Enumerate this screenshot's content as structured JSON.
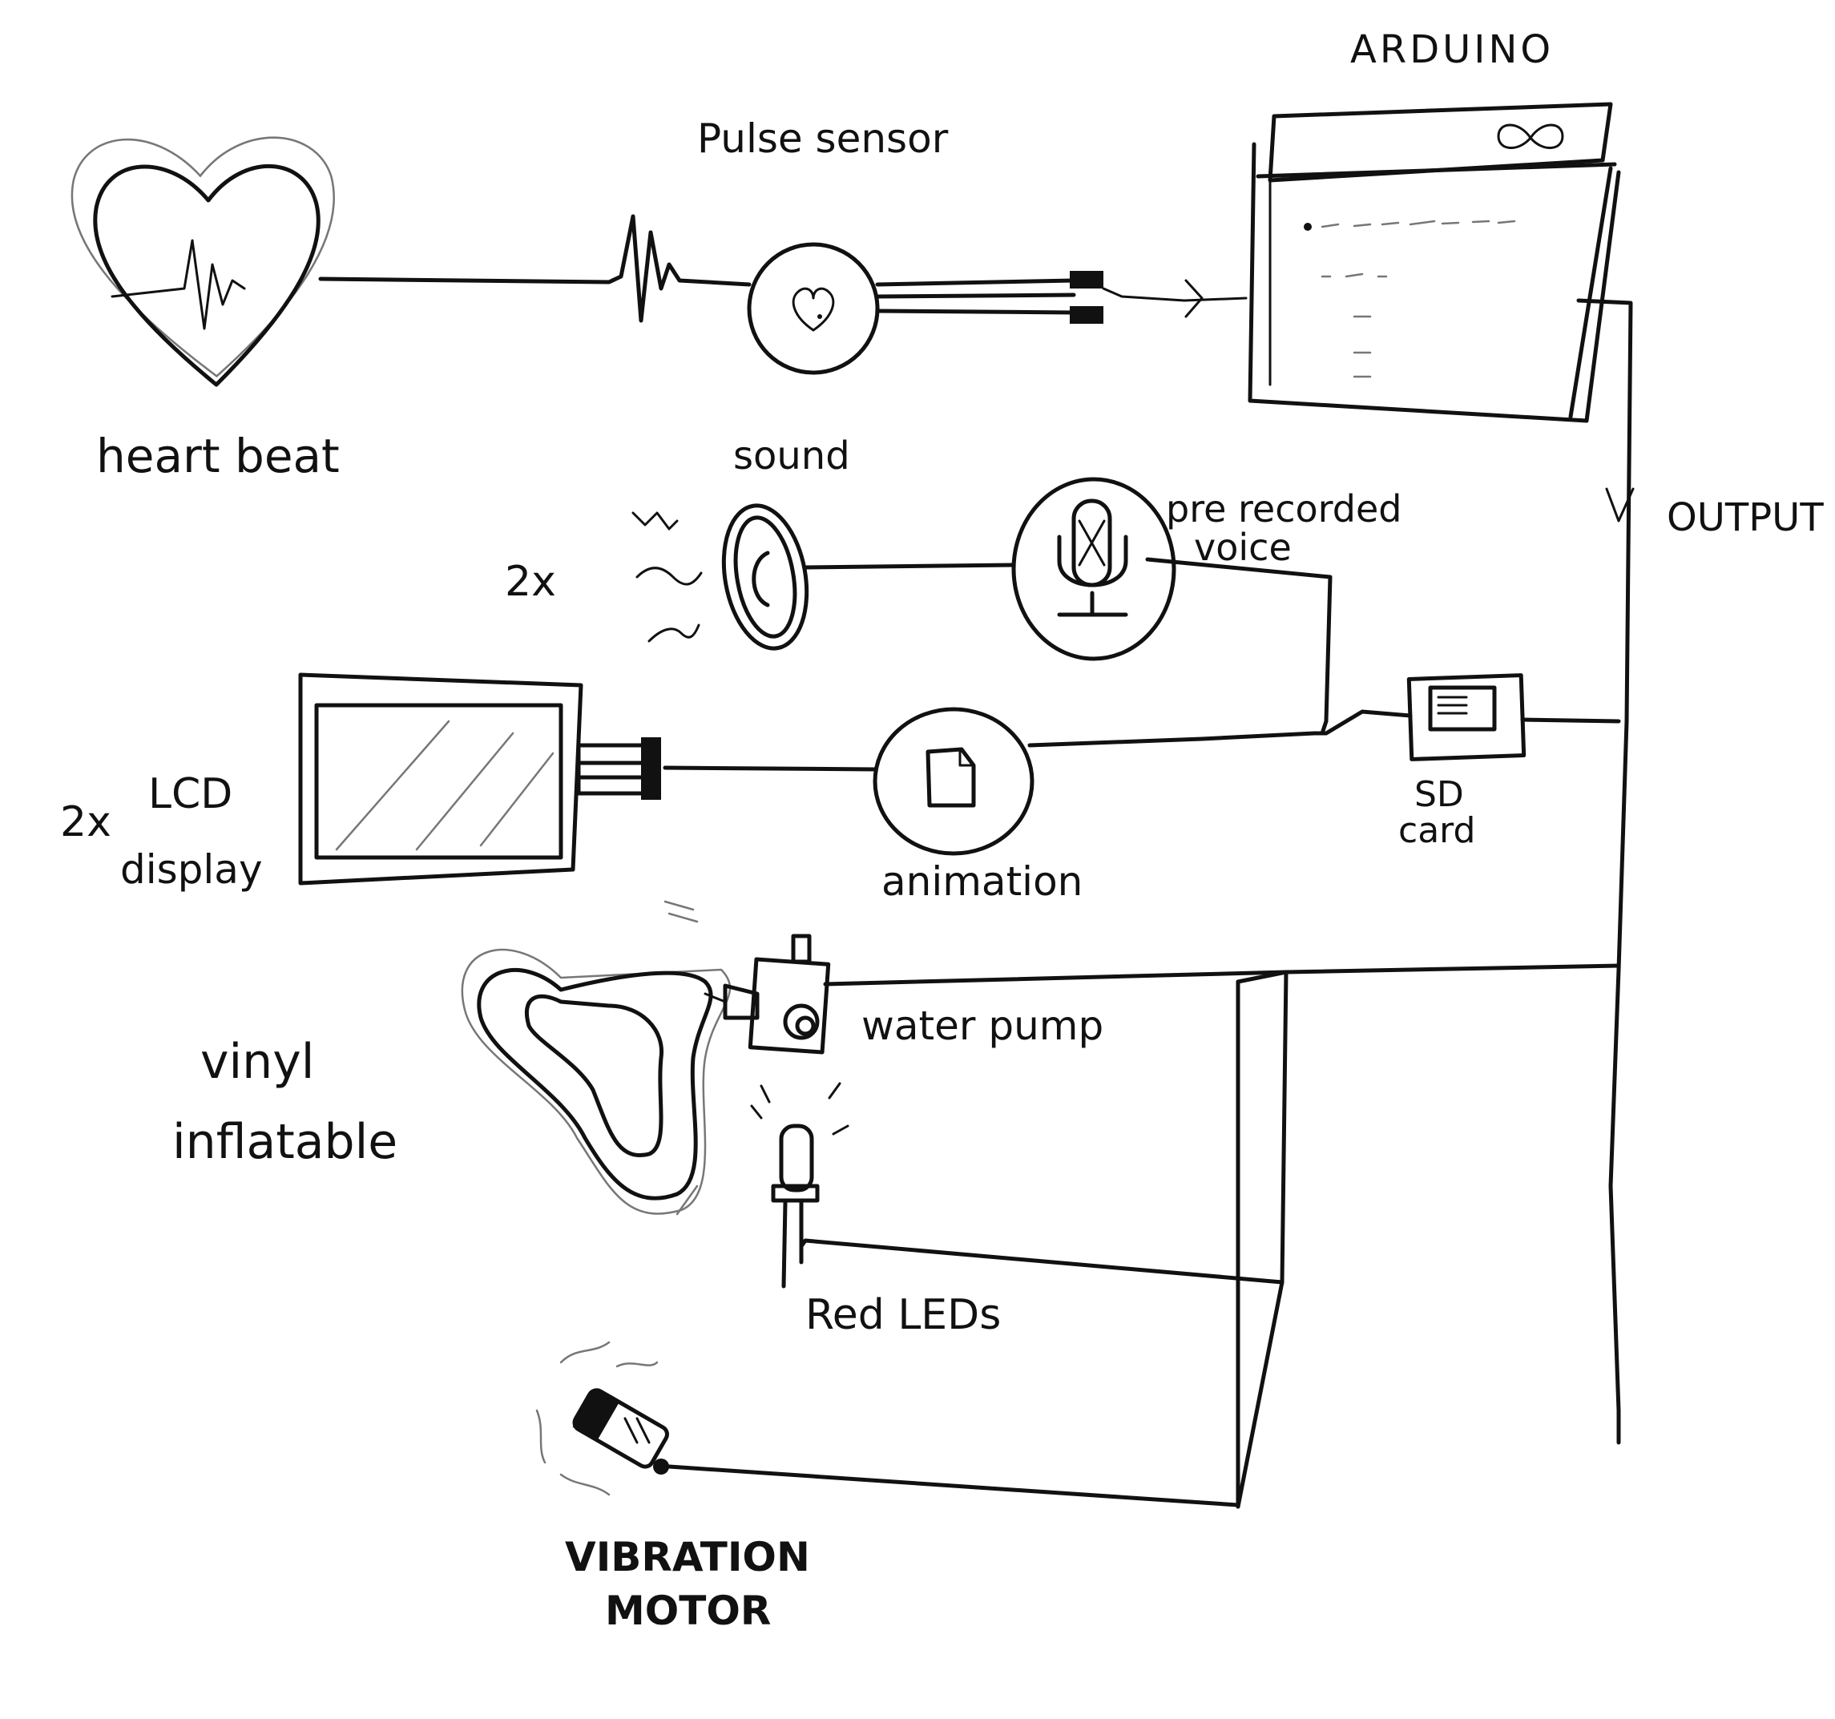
{
  "labels": {
    "arduino": "ARDUINO",
    "pulse_sensor": "Pulse sensor",
    "heart_beat": "heart beat",
    "sound": "sound",
    "sound_count": "2x",
    "prerecorded_voice_line1": "pre recorded",
    "prerecorded_voice_line2": "voice",
    "output": "OUTPUT",
    "lcd_count": "2x",
    "lcd_line1": "LCD",
    "lcd_line2": "display",
    "animation": "animation",
    "sd_card_line1": "SD",
    "sd_card_line2": "card",
    "water_pump": "water pump",
    "vinyl_line1": "vinyl",
    "vinyl_line2": "inflatable",
    "red_leds": "Red LEDs",
    "vibration_line1": "VIBRATION",
    "vibration_line2": "MOTOR"
  },
  "icons": [
    "heart-icon",
    "pulse-sensor-icon",
    "arduino-board-icon",
    "infinity-icon",
    "speaker-icon",
    "microphone-icon",
    "lcd-display-icon",
    "file-icon",
    "sd-card-icon",
    "vinyl-heart-icon",
    "water-pump-icon",
    "led-icon",
    "vibration-motor-icon"
  ],
  "colors": {
    "ink": "#111111",
    "paper": "#ffffff"
  }
}
